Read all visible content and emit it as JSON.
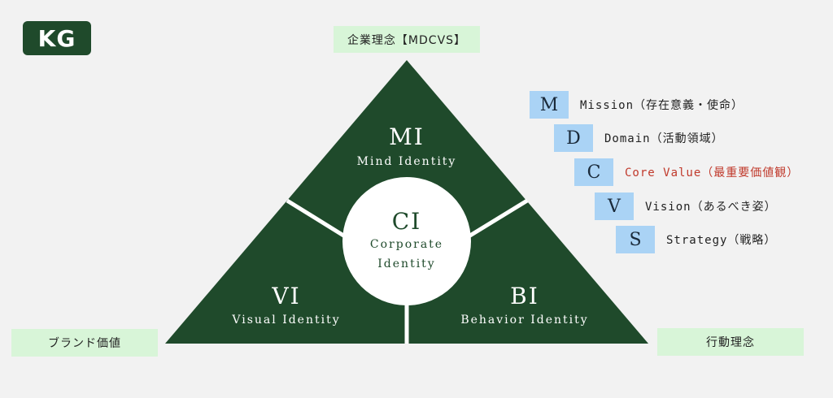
{
  "logo": {
    "text": "KG"
  },
  "tags": {
    "top": "企業理念【MDCVS】",
    "left": "ブランド価値",
    "right": "行動理念"
  },
  "triangle": {
    "mi": {
      "title": "MI",
      "subtitle": "Mind Identity"
    },
    "vi": {
      "title": "VI",
      "subtitle": "Visual Identity"
    },
    "bi": {
      "title": "BI",
      "subtitle": "Behavior Identity"
    },
    "ci": {
      "title": "CI",
      "subtitle_line1": "Corporate",
      "subtitle_line2": "Identity"
    },
    "colors": {
      "fill": "#1f4a2b",
      "divider": "#ffffff",
      "circle": "#ffffff"
    }
  },
  "mdcvs": [
    {
      "letter": "M",
      "text": "Mission（存在意義・使命）",
      "highlight": false
    },
    {
      "letter": "D",
      "text": "Domain（活動領域）",
      "highlight": false
    },
    {
      "letter": "C",
      "text": "Core Value（最重要価値観）",
      "highlight": true
    },
    {
      "letter": "V",
      "text": "Vision（あるべき姿）",
      "highlight": false
    },
    {
      "letter": "S",
      "text": "Strategy（戦略）",
      "highlight": false
    }
  ]
}
